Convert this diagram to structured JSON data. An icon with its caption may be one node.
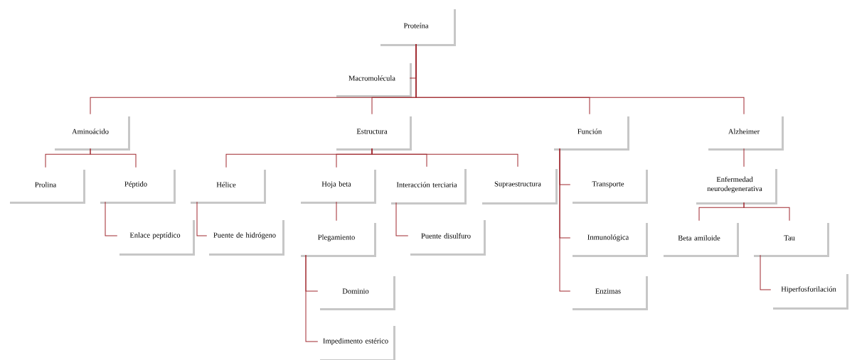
{
  "diagram": {
    "nodes": [
      {
        "text": [
          "Proteína"
        ]
      },
      {
        "text": [
          "Macromolécula"
        ]
      },
      {
        "text": [
          "Aminoácido"
        ]
      },
      {
        "text": [
          "Estructura"
        ]
      },
      {
        "text": [
          "Función"
        ]
      },
      {
        "text": [
          "Alzheimer"
        ]
      },
      {
        "text": [
          "Prolina"
        ]
      },
      {
        "text": [
          "Péptido"
        ]
      },
      {
        "text": [
          "Enlace peptídico"
        ]
      },
      {
        "text": [
          "Hélice"
        ]
      },
      {
        "text": [
          "Puente de hidrógeno"
        ]
      },
      {
        "text": [
          "Hoja beta"
        ]
      },
      {
        "text": [
          "Plegamiento"
        ]
      },
      {
        "text": [
          "Dominio"
        ]
      },
      {
        "text": [
          "Impedimento estérico"
        ]
      },
      {
        "text": [
          "Interacción terciaria"
        ]
      },
      {
        "text": [
          "Puente disulfuro"
        ]
      },
      {
        "text": [
          "Supraestructura"
        ]
      },
      {
        "text": [
          "Transporte"
        ]
      },
      {
        "text": [
          "Inmunológica"
        ]
      },
      {
        "text": [
          "Enzimas"
        ]
      },
      {
        "text": [
          "Enfermedad neurodegenerativa"
        ]
      },
      {
        "text": [
          "Beta amiloide"
        ]
      },
      {
        "text": [
          "Tau"
        ]
      },
      {
        "text": [
          "Hiperfosforilación"
        ]
      }
    ],
    "edges": [
      {
        "from": 0,
        "to": 1,
        "arrow": "none"
      },
      {
        "from": 0,
        "to": 2,
        "arrow": "none"
      },
      {
        "from": 0,
        "to": 3,
        "arrow": "none"
      },
      {
        "from": 0,
        "to": 4,
        "arrow": "none"
      },
      {
        "from": 0,
        "to": 5,
        "arrow": "none"
      },
      {
        "from": 2,
        "to": 6,
        "arrow": "none"
      },
      {
        "from": 2,
        "to": 7,
        "arrow": "none"
      },
      {
        "from": 7,
        "to": 8,
        "arrow": "none"
      },
      {
        "from": 3,
        "to": 9,
        "arrow": "none"
      },
      {
        "from": 3,
        "to": 11,
        "arrow": "none"
      },
      {
        "from": 3,
        "to": 15,
        "arrow": "none"
      },
      {
        "from": 3,
        "to": 17,
        "arrow": "none"
      },
      {
        "from": 9,
        "to": 10,
        "arrow": "none"
      },
      {
        "from": 11,
        "to": 12,
        "arrow": "none"
      },
      {
        "from": 12,
        "to": 13,
        "arrow": "none"
      },
      {
        "from": 12,
        "to": 14,
        "arrow": "none"
      },
      {
        "from": 15,
        "to": 16,
        "arrow": "none"
      },
      {
        "from": 4,
        "to": 18,
        "arrow": "none"
      },
      {
        "from": 4,
        "to": 19,
        "arrow": "none"
      },
      {
        "from": 4,
        "to": 20,
        "arrow": "none"
      },
      {
        "from": 5,
        "to": 21,
        "arrow": "none"
      },
      {
        "from": 21,
        "to": 22,
        "arrow": "none"
      },
      {
        "from": 21,
        "to": 23,
        "arrow": "none"
      },
      {
        "from": 23,
        "to": 24,
        "arrow": "none"
      }
    ]
  }
}
